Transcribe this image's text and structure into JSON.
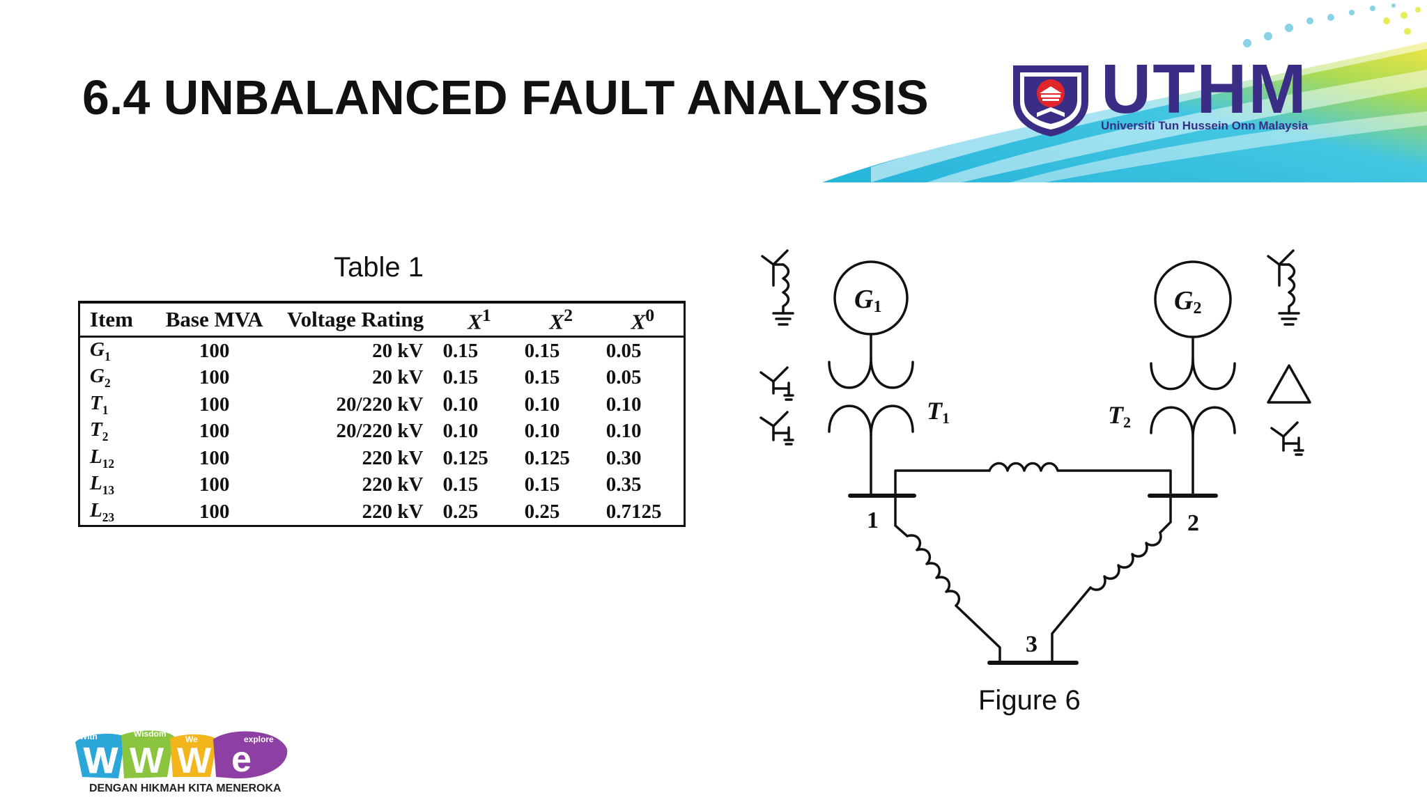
{
  "slide": {
    "title": "6.4 UNBALANCED FAULT ANALYSIS",
    "logo": {
      "name": "UTHM",
      "subtitle": "Universiti Tun Hussein Onn Malaysia"
    },
    "footer": {
      "tagline": "DENGAN HIKMAH KITA MENEROKA",
      "logo_words": [
        "With",
        "Wisdom",
        "We",
        "explore"
      ]
    }
  },
  "table1": {
    "caption": "Table 1",
    "headers": [
      "Item",
      "Base MVA",
      "Voltage Rating",
      "X",
      "X",
      "X"
    ],
    "header_superscripts": [
      "1",
      "2",
      "0"
    ],
    "rows": [
      {
        "item": "G",
        "sub": "1",
        "mva": "100",
        "voltage": "20 kV",
        "x1": "0.15",
        "x2": "0.15",
        "x0": "0.05"
      },
      {
        "item": "G",
        "sub": "2",
        "mva": "100",
        "voltage": "20 kV",
        "x1": "0.15",
        "x2": "0.15",
        "x0": "0.05"
      },
      {
        "item": "T",
        "sub": "1",
        "mva": "100",
        "voltage": "20/220 kV",
        "x1": "0.10",
        "x2": "0.10",
        "x0": "0.10"
      },
      {
        "item": "T",
        "sub": "2",
        "mva": "100",
        "voltage": "20/220 kV",
        "x1": "0.10",
        "x2": "0.10",
        "x0": "0.10"
      },
      {
        "item": "L",
        "sub": "12",
        "mva": "100",
        "voltage": "220 kV",
        "x1": "0.125",
        "x2": "0.125",
        "x0": "0.30"
      },
      {
        "item": "L",
        "sub": "13",
        "mva": "100",
        "voltage": "220 kV",
        "x1": "0.15",
        "x2": "0.15",
        "x0": "0.35"
      },
      {
        "item": "L",
        "sub": "23",
        "mva": "100",
        "voltage": "220 kV",
        "x1": "0.25",
        "x2": "0.25",
        "x0": "0.7125"
      }
    ]
  },
  "figure6": {
    "caption": "Figure 6",
    "g1": "G",
    "g1_sub": "1",
    "g2": "G",
    "g2_sub": "2",
    "t1": "T",
    "t1_sub": "1",
    "t2": "T",
    "t2_sub": "2",
    "bus1": "1",
    "bus2": "2",
    "bus3": "3"
  }
}
